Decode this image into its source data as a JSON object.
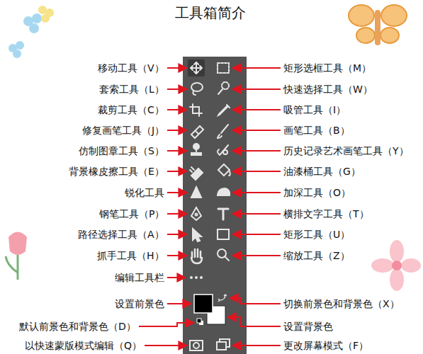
{
  "diagram": {
    "title": "工具箱简介",
    "labels": [
      "移动工具（V）",
      "矩形选框工具（M）",
      "套索工具（L）",
      "快速选择工具（W）",
      "裁剪工具（C）",
      "吸管工具（I）",
      "修复画笔工具（J）",
      "画笔工具（B）",
      "仿制图章工具（S）",
      "历史记录艺术画笔工具（Y）",
      "背景橡皮擦工具（E）",
      "油漆桶工具（G）",
      "锐化工具",
      "加深工具（O）",
      "钢笔工具（P）",
      "横排文字工具（T）",
      "路径选择工具（A）",
      "矩形工具（U）",
      "抓手工具（H）",
      "缩放工具（Z）",
      "编辑工具栏",
      "设置前景色",
      "切换前景色和背景色（X）",
      "默认前景色和背景色（D）",
      "设置背景色",
      "以快速蒙版模式编辑（Q）",
      "更改屏幕模式（F）"
    ]
  }
}
